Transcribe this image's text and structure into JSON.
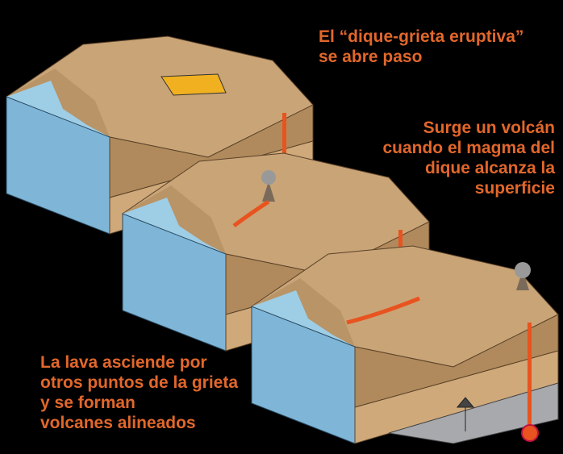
{
  "captions": {
    "step1": "El “dique-grieta eruptiva”\nse abre paso",
    "step2": "Surge un volcán\ncuando el magma del\ndique alcanza la\nsuperficie",
    "step3": "La lava asciende por\notros puntos de la grieta\ny se forman\nvolcanes alineados"
  },
  "colors": {
    "caption": "#e2672b",
    "ocean": "#8fc3e0",
    "land": "#c9a477",
    "mantle": "#a7a9ad",
    "magma": "#e8531f"
  }
}
